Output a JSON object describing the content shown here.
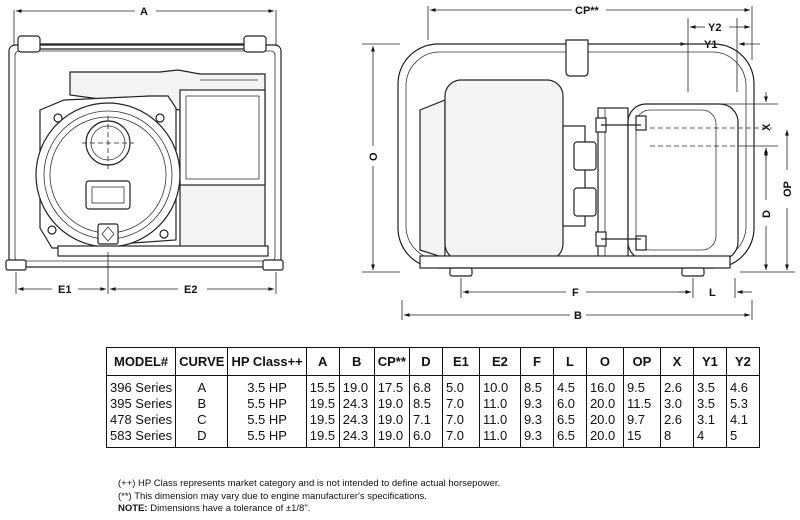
{
  "dimensions": {
    "a": "A",
    "e1": "E1",
    "e2": "E2",
    "cp": "CP**",
    "y2": "Y2",
    "y1": "Y1",
    "x": "X",
    "o": "O",
    "op": "OP",
    "d": "D",
    "f": "F",
    "l": "L",
    "b": "B"
  },
  "table": {
    "headers": [
      "MODEL#",
      "CURVE",
      "HP Class++",
      "A",
      "B",
      "CP**",
      "D",
      "E1",
      "E2",
      "F",
      "L",
      "O",
      "OP",
      "X",
      "Y1",
      "Y2"
    ],
    "rows": [
      [
        "396 Series",
        "A",
        "3.5 HP",
        "15.5",
        "19.0",
        "17.5",
        "6.8",
        "5.0",
        "10.0",
        "8.5",
        "4.5",
        "16.0",
        "9.5",
        "2.6",
        "3.5",
        "4.6"
      ],
      [
        "395 Series",
        "B",
        "5.5 HP",
        "19.5",
        "24.3",
        "19.0",
        "8.5",
        "7.0",
        "11.0",
        "9.3",
        "6.0",
        "20.0",
        "11.5",
        "3.0",
        "3.5",
        "5.3"
      ],
      [
        "478 Series",
        "C",
        "5.5 HP",
        "19.5",
        "24.3",
        "19.0",
        "7.1",
        "7.0",
        "11.0",
        "9.3",
        "6.5",
        "20.0",
        "9.7",
        "2.6",
        "3.1",
        "4.1"
      ],
      [
        "583 Series",
        "D",
        "5.5 HP",
        "19.5",
        "24.3",
        "19.0",
        "6.0",
        "7.0",
        "11.0",
        "9.3",
        "6.5",
        "20.0",
        "15",
        "8",
        "4",
        "5"
      ]
    ]
  },
  "notes": {
    "line1": "(++) HP Class represents market category and is not intended to define actual horsepower.",
    "line2": "(**) This dimension may vary due to engine manufacturer's specifications.",
    "note_label": "NOTE:",
    "note_text": " Dimensions have a tolerance of ±1/8\"."
  }
}
